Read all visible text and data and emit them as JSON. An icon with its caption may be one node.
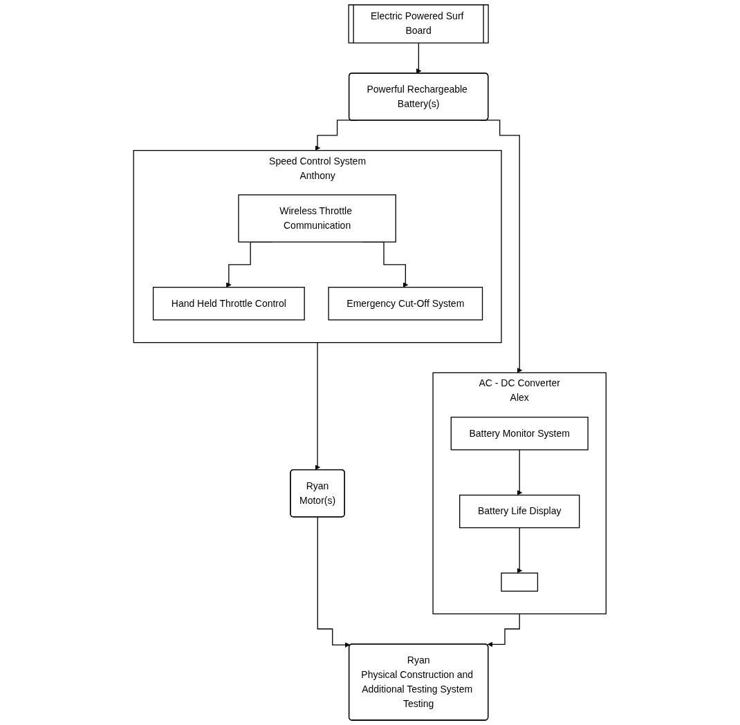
{
  "diagram": {
    "nodes": [
      {
        "text": [
          "Electric Powered Surf Board"
        ]
      },
      {
        "text": [
          "Powerful Rechargeable Battery(s)"
        ]
      },
      {
        "text": [
          "Speed Control System",
          "Anthony"
        ]
      },
      {
        "text": [
          "Wireless Throttle Communication"
        ],
        "in": 2
      },
      {
        "text": [
          "Hand Held Throttle Control"
        ],
        "in": 2
      },
      {
        "text": [
          "Emergency Cut-Off System"
        ],
        "in": 2
      },
      {
        "text": [
          "AC - DC Converter",
          "Alex"
        ]
      },
      {
        "text": [
          "Battery Monitor System"
        ],
        "in": 6
      },
      {
        "text": [
          "Battery Life Display"
        ],
        "in": 6
      },
      {
        "text": [],
        "shape": "box",
        "in": 6
      },
      {
        "text": [
          "Ryan",
          "Motor(s)"
        ]
      },
      {
        "text": [
          "Ryan",
          "Physical Construction and Additional Testing System Testing"
        ]
      }
    ],
    "edges": [
      {
        "from": 0,
        "to": 1,
        "arrow": "to"
      },
      {
        "from": 1,
        "to": 2,
        "arrow": "to"
      },
      {
        "from": 1,
        "to": 6,
        "arrow": "to"
      },
      {
        "from": 3,
        "to": 4,
        "arrow": "to"
      },
      {
        "from": 3,
        "to": 5,
        "arrow": "to"
      },
      {
        "from": 2,
        "to": 10,
        "arrow": "to"
      },
      {
        "from": 7,
        "to": 8,
        "arrow": "to"
      },
      {
        "from": 8,
        "to": 9,
        "arrow": "to"
      },
      {
        "from": 10,
        "to": 11,
        "arrow": "to"
      },
      {
        "from": 6,
        "to": 11,
        "arrow": "to"
      }
    ]
  }
}
